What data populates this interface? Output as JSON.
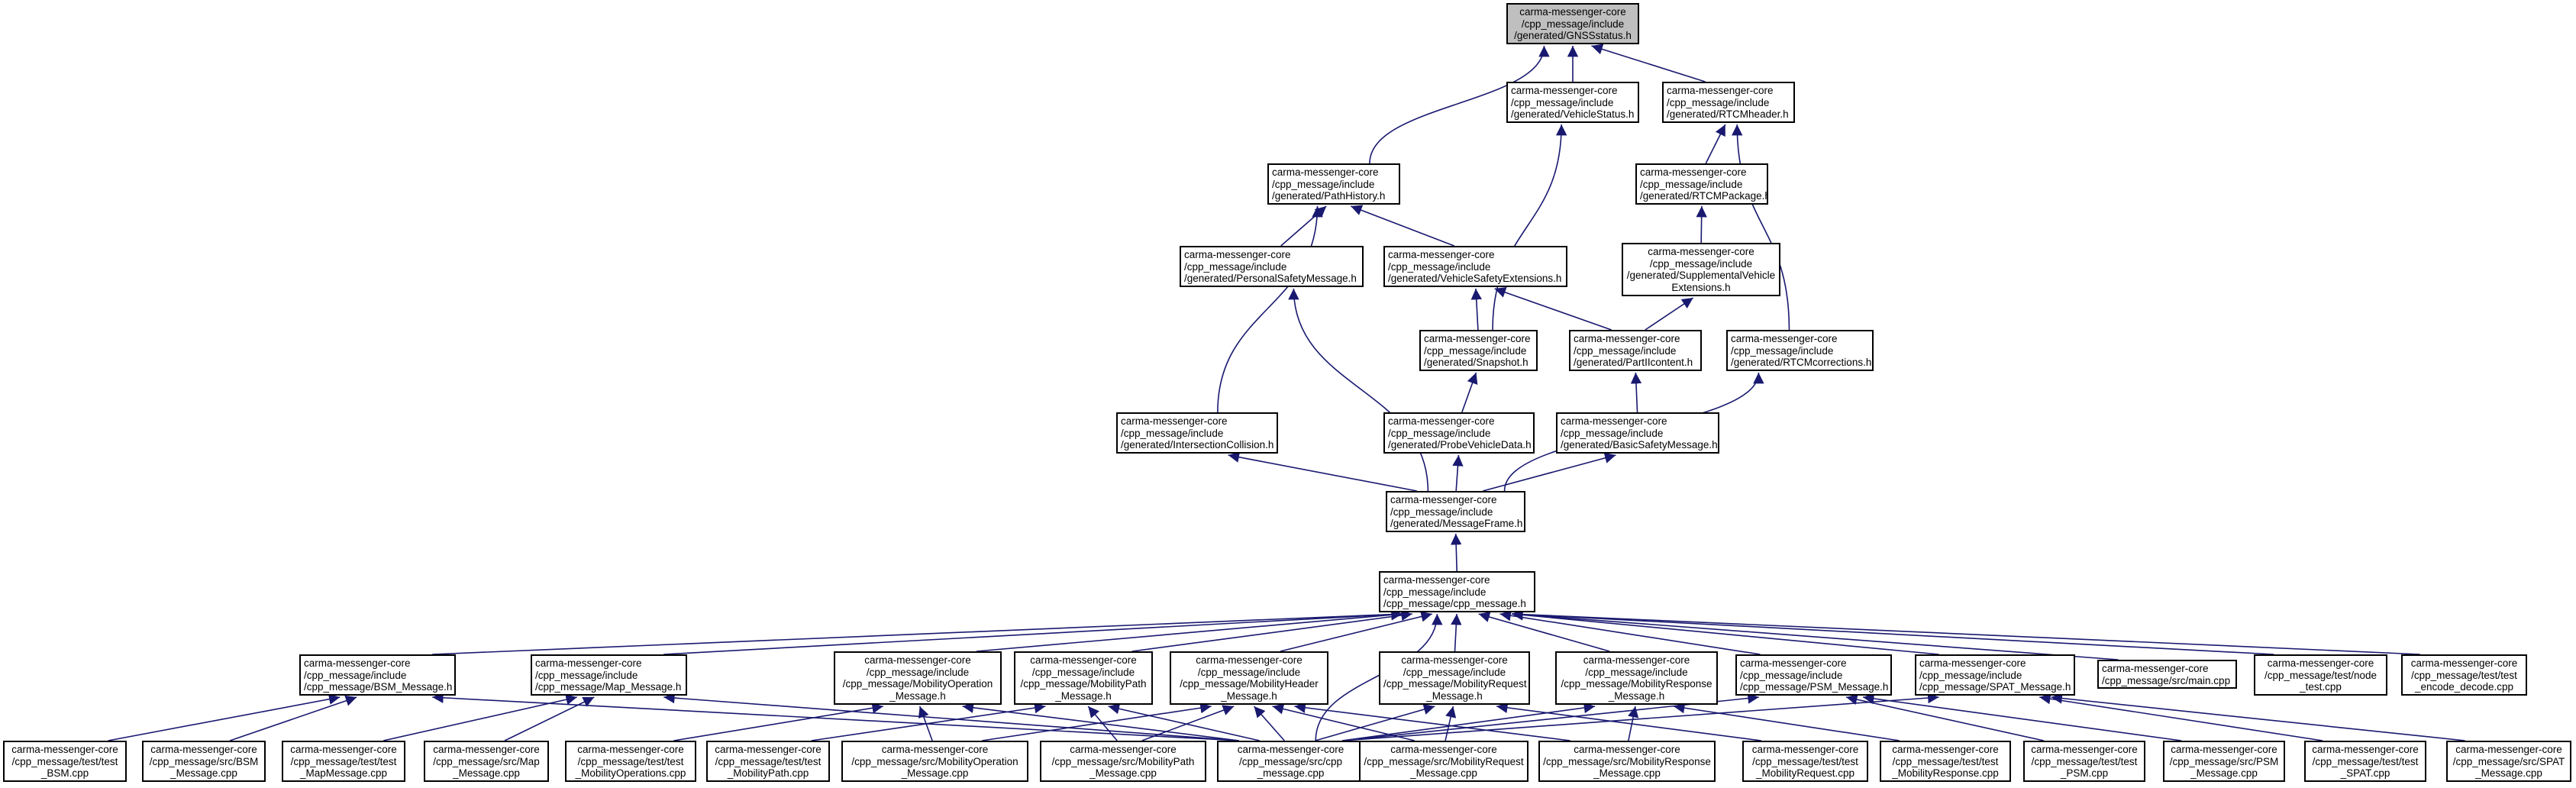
{
  "colors": {
    "edge": "#191970",
    "root_fill": "#bfbfbf",
    "node_fill": "#ffffff",
    "node_border": "#000000"
  },
  "nodes": [
    {
      "id": "gnss",
      "lines": [
        "carma-messenger-core",
        "/cpp_message/include",
        "/generated/GNSSstatus.h"
      ],
      "root": true
    },
    {
      "id": "vehstatus",
      "lines": [
        "carma-messenger-core",
        "/cpp_message/include",
        "/generated/VehicleStatus.h"
      ]
    },
    {
      "id": "rtcmheader",
      "lines": [
        "carma-messenger-core",
        "/cpp_message/include",
        "/generated/RTCMheader.h"
      ]
    },
    {
      "id": "pathhistory",
      "lines": [
        "carma-messenger-core",
        "/cpp_message/include",
        "/generated/PathHistory.h"
      ]
    },
    {
      "id": "rtcmpackage",
      "lines": [
        "carma-messenger-core",
        "/cpp_message/include",
        "/generated/RTCMPackage.h"
      ]
    },
    {
      "id": "psm",
      "lines": [
        "carma-messenger-core",
        "/cpp_message/include",
        "/generated/PersonalSafetyMessage.h"
      ]
    },
    {
      "id": "vse",
      "lines": [
        "carma-messenger-core",
        "/cpp_message/include",
        "/generated/VehicleSafetyExtensions.h"
      ]
    },
    {
      "id": "suppveh",
      "lines": [
        "carma-messenger-core",
        "/cpp_message/include",
        "/generated/SupplementalVehicle",
        "Extensions.h"
      ]
    },
    {
      "id": "snapshot",
      "lines": [
        "carma-messenger-core",
        "/cpp_message/include",
        "/generated/Snapshot.h"
      ]
    },
    {
      "id": "partii",
      "lines": [
        "carma-messenger-core",
        "/cpp_message/include",
        "/generated/PartIIcontent.h"
      ]
    },
    {
      "id": "rtcmcorr",
      "lines": [
        "carma-messenger-core",
        "/cpp_message/include",
        "/generated/RTCMcorrections.h"
      ]
    },
    {
      "id": "intersection",
      "lines": [
        "carma-messenger-core",
        "/cpp_message/include",
        "/generated/IntersectionCollision.h"
      ]
    },
    {
      "id": "probe",
      "lines": [
        "carma-messenger-core",
        "/cpp_message/include",
        "/generated/ProbeVehicleData.h"
      ]
    },
    {
      "id": "basicsafety",
      "lines": [
        "carma-messenger-core",
        "/cpp_message/include",
        "/generated/BasicSafetyMessage.h"
      ]
    },
    {
      "id": "msgframe",
      "lines": [
        "carma-messenger-core",
        "/cpp_message/include",
        "/generated/MessageFrame.h"
      ]
    },
    {
      "id": "cppmsgh",
      "lines": [
        "carma-messenger-core",
        "/cpp_message/include",
        "/cpp_message/cpp_message.h"
      ]
    },
    {
      "id": "bsmh",
      "lines": [
        "carma-messenger-core",
        "/cpp_message/include",
        "/cpp_message/BSM_Message.h"
      ]
    },
    {
      "id": "maph",
      "lines": [
        "carma-messenger-core",
        "/cpp_message/include",
        "/cpp_message/Map_Message.h"
      ]
    },
    {
      "id": "mobopsh",
      "lines": [
        "carma-messenger-core",
        "/cpp_message/include",
        "/cpp_message/MobilityOperation",
        "_Message.h"
      ]
    },
    {
      "id": "mobpathh",
      "lines": [
        "carma-messenger-core",
        "/cpp_message/include",
        "/cpp_message/MobilityPath",
        "_Message.h"
      ]
    },
    {
      "id": "mobheaderh",
      "lines": [
        "carma-messenger-core",
        "/cpp_message/include",
        "/cpp_message/MobilityHeader",
        "_Message.h"
      ]
    },
    {
      "id": "mobreqh",
      "lines": [
        "carma-messenger-core",
        "/cpp_message/include",
        "/cpp_message/MobilityRequest",
        "_Message.h"
      ]
    },
    {
      "id": "mobresph",
      "lines": [
        "carma-messenger-core",
        "/cpp_message/include",
        "/cpp_message/MobilityResponse",
        "_Message.h"
      ]
    },
    {
      "id": "psmh",
      "lines": [
        "carma-messenger-core",
        "/cpp_message/include",
        "/cpp_message/PSM_Message.h"
      ]
    },
    {
      "id": "spath",
      "lines": [
        "carma-messenger-core",
        "/cpp_message/include",
        "/cpp_message/SPAT_Message.h"
      ]
    },
    {
      "id": "maincpp",
      "lines": [
        "carma-messenger-core",
        "/cpp_message/src/main.cpp"
      ]
    },
    {
      "id": "nodetest",
      "lines": [
        "carma-messenger-core",
        "/cpp_message/test/node",
        "_test.cpp"
      ]
    },
    {
      "id": "encdec",
      "lines": [
        "carma-messenger-core",
        "/cpp_message/test/test",
        "_encode_decode.cpp"
      ]
    },
    {
      "id": "testbsm",
      "lines": [
        "carma-messenger-core",
        "/cpp_message/test/test",
        "_BSM.cpp"
      ]
    },
    {
      "id": "srcbsm",
      "lines": [
        "carma-messenger-core",
        "/cpp_message/src/BSM",
        "_Message.cpp"
      ]
    },
    {
      "id": "testmap",
      "lines": [
        "carma-messenger-core",
        "/cpp_message/test/test",
        "_MapMessage.cpp"
      ]
    },
    {
      "id": "srcmap",
      "lines": [
        "carma-messenger-core",
        "/cpp_message/src/Map",
        "_Message.cpp"
      ]
    },
    {
      "id": "testmobops",
      "lines": [
        "carma-messenger-core",
        "/cpp_message/test/test",
        "_MobilityOperations.cpp"
      ]
    },
    {
      "id": "testmobpath",
      "lines": [
        "carma-messenger-core",
        "/cpp_message/test/test",
        "_MobilityPath.cpp"
      ]
    },
    {
      "id": "srcmobops",
      "lines": [
        "carma-messenger-core",
        "/cpp_message/src/MobilityOperation",
        "_Message.cpp"
      ]
    },
    {
      "id": "srcmobpath",
      "lines": [
        "carma-messenger-core",
        "/cpp_message/src/MobilityPath",
        "_Message.cpp"
      ]
    },
    {
      "id": "srccpp",
      "lines": [
        "carma-messenger-core",
        "/cpp_message/src/cpp",
        "_message.cpp"
      ]
    },
    {
      "id": "srcmobreq",
      "lines": [
        "carma-messenger-core",
        "/cpp_message/src/MobilityRequest",
        "_Message.cpp"
      ]
    },
    {
      "id": "srcmobresp",
      "lines": [
        "carma-messenger-core",
        "/cpp_message/src/MobilityResponse",
        "_Message.cpp"
      ]
    },
    {
      "id": "testmobreq",
      "lines": [
        "carma-messenger-core",
        "/cpp_message/test/test",
        "_MobilityRequest.cpp"
      ]
    },
    {
      "id": "testmobresp",
      "lines": [
        "carma-messenger-core",
        "/cpp_message/test/test",
        "_MobilityResponse.cpp"
      ]
    },
    {
      "id": "testpsm",
      "lines": [
        "carma-messenger-core",
        "/cpp_message/test/test",
        "_PSM.cpp"
      ]
    },
    {
      "id": "srcpsm",
      "lines": [
        "carma-messenger-core",
        "/cpp_message/src/PSM",
        "_Message.cpp"
      ]
    },
    {
      "id": "testspat",
      "lines": [
        "carma-messenger-core",
        "/cpp_message/test/test",
        "_SPAT.cpp"
      ]
    },
    {
      "id": "srcspat",
      "lines": [
        "carma-messenger-core",
        "/cpp_message/src/SPAT",
        "_Message.cpp"
      ]
    }
  ],
  "edges": [
    [
      "vehstatus",
      "gnss"
    ],
    [
      "rtcmheader",
      "gnss"
    ],
    [
      "pathhistory",
      "gnss"
    ],
    [
      "rtcmpackage",
      "rtcmheader"
    ],
    [
      "rtcmcorr",
      "rtcmheader"
    ],
    [
      "snapshot",
      "vehstatus"
    ],
    [
      "psm",
      "pathhistory"
    ],
    [
      "vse",
      "pathhistory"
    ],
    [
      "intersection",
      "pathhistory"
    ],
    [
      "suppveh",
      "rtcmpackage"
    ],
    [
      "partii",
      "suppveh"
    ],
    [
      "snapshot",
      "vse"
    ],
    [
      "partii",
      "vse"
    ],
    [
      "probe",
      "snapshot"
    ],
    [
      "basicsafety",
      "partii"
    ],
    [
      "msgframe",
      "psm"
    ],
    [
      "msgframe",
      "intersection"
    ],
    [
      "msgframe",
      "probe"
    ],
    [
      "msgframe",
      "basicsafety"
    ],
    [
      "msgframe",
      "rtcmcorr"
    ],
    [
      "cppmsgh",
      "msgframe"
    ],
    [
      "bsmh",
      "cppmsgh"
    ],
    [
      "maph",
      "cppmsgh"
    ],
    [
      "mobopsh",
      "cppmsgh"
    ],
    [
      "mobpathh",
      "cppmsgh"
    ],
    [
      "mobheaderh",
      "cppmsgh"
    ],
    [
      "mobreqh",
      "cppmsgh"
    ],
    [
      "mobresph",
      "cppmsgh"
    ],
    [
      "psmh",
      "cppmsgh"
    ],
    [
      "spath",
      "cppmsgh"
    ],
    [
      "maincpp",
      "cppmsgh"
    ],
    [
      "nodetest",
      "cppmsgh"
    ],
    [
      "encdec",
      "cppmsgh"
    ],
    [
      "srccpp",
      "cppmsgh"
    ],
    [
      "testbsm",
      "bsmh"
    ],
    [
      "srcbsm",
      "bsmh"
    ],
    [
      "srccpp",
      "bsmh"
    ],
    [
      "testmap",
      "maph"
    ],
    [
      "srcmap",
      "maph"
    ],
    [
      "srccpp",
      "maph"
    ],
    [
      "testmobops",
      "mobopsh"
    ],
    [
      "srcmobops",
      "mobopsh"
    ],
    [
      "srccpp",
      "mobopsh"
    ],
    [
      "testmobpath",
      "mobpathh"
    ],
    [
      "srcmobpath",
      "mobpathh"
    ],
    [
      "srccpp",
      "mobpathh"
    ],
    [
      "srcmobops",
      "mobheaderh"
    ],
    [
      "srcmobpath",
      "mobheaderh"
    ],
    [
      "srccpp",
      "mobheaderh"
    ],
    [
      "srcmobreq",
      "mobheaderh"
    ],
    [
      "srcmobresp",
      "mobheaderh"
    ],
    [
      "srcmobreq",
      "mobreqh"
    ],
    [
      "srccpp",
      "mobreqh"
    ],
    [
      "testmobreq",
      "mobreqh"
    ],
    [
      "srcmobresp",
      "mobresph"
    ],
    [
      "srccpp",
      "mobresph"
    ],
    [
      "testmobresp",
      "mobresph"
    ],
    [
      "testpsm",
      "psmh"
    ],
    [
      "srcpsm",
      "psmh"
    ],
    [
      "srccpp",
      "psmh"
    ],
    [
      "testspat",
      "spath"
    ],
    [
      "srcspat",
      "spath"
    ],
    [
      "srccpp",
      "spath"
    ]
  ]
}
